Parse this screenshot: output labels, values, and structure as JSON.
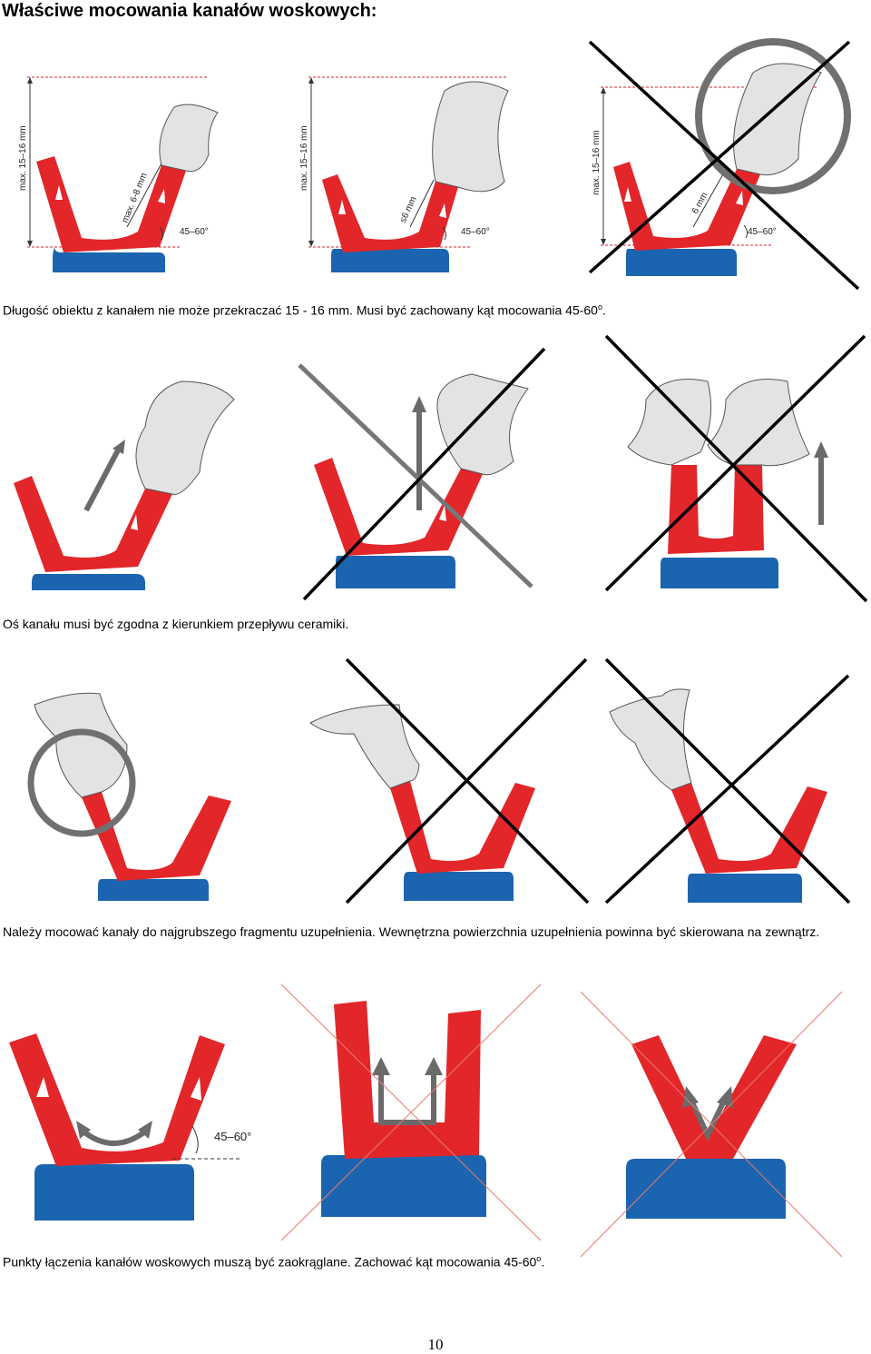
{
  "page": {
    "title": "Właściwe mocowania kanałów woskowych:",
    "page_number": "10"
  },
  "colors": {
    "sprue_red": "#e2262a",
    "base_blue": "#1b64b0",
    "crown_grey": "#e3e3e3",
    "mark_grey": "#707070",
    "dim_red": "#d8262a"
  },
  "row1": {
    "caption_pre": "Długość obiektu z kanałem nie może przekraczać 15 - 16 mm. Musi być zachowany kąt mocowania 45-60",
    "caption_sup": "o",
    "caption_post": ".",
    "fig1": {
      "height_label": "max. 15–16 mm",
      "sprue_label": "max. 6-8 mm",
      "angle_label": "45–60°",
      "status": "correct"
    },
    "fig2": {
      "height_label": "max. 15–16 mm",
      "sprue_label": "≤6 mm",
      "angle_label": "45–60°",
      "status": "correct"
    },
    "fig3": {
      "height_label": "max. 15–16 mm",
      "sprue_label": "6 mm",
      "angle_label": "45–60°",
      "status": "incorrect"
    }
  },
  "row2": {
    "caption": "Oś kanału musi być zgodna z kierunkiem przepływu ceramiki.",
    "statuses": [
      "correct",
      "incorrect",
      "incorrect"
    ]
  },
  "row3": {
    "caption": "Należy mocować kanały do najgrubszego fragmentu uzupełnienia. Wewnętrzna powierzchnia uzupełnienia powinna być skierowana na zewnątrz.",
    "statuses": [
      "correct",
      "incorrect",
      "incorrect"
    ]
  },
  "row4": {
    "caption_pre": "Punkty łączenia kanałów woskowych muszą być zaokrąglane. Zachować kąt mocowania 45-60",
    "caption_sup": "o",
    "caption_post": ".",
    "angle_label": "45–60°",
    "statuses": [
      "correct",
      "incorrect",
      "incorrect"
    ]
  }
}
